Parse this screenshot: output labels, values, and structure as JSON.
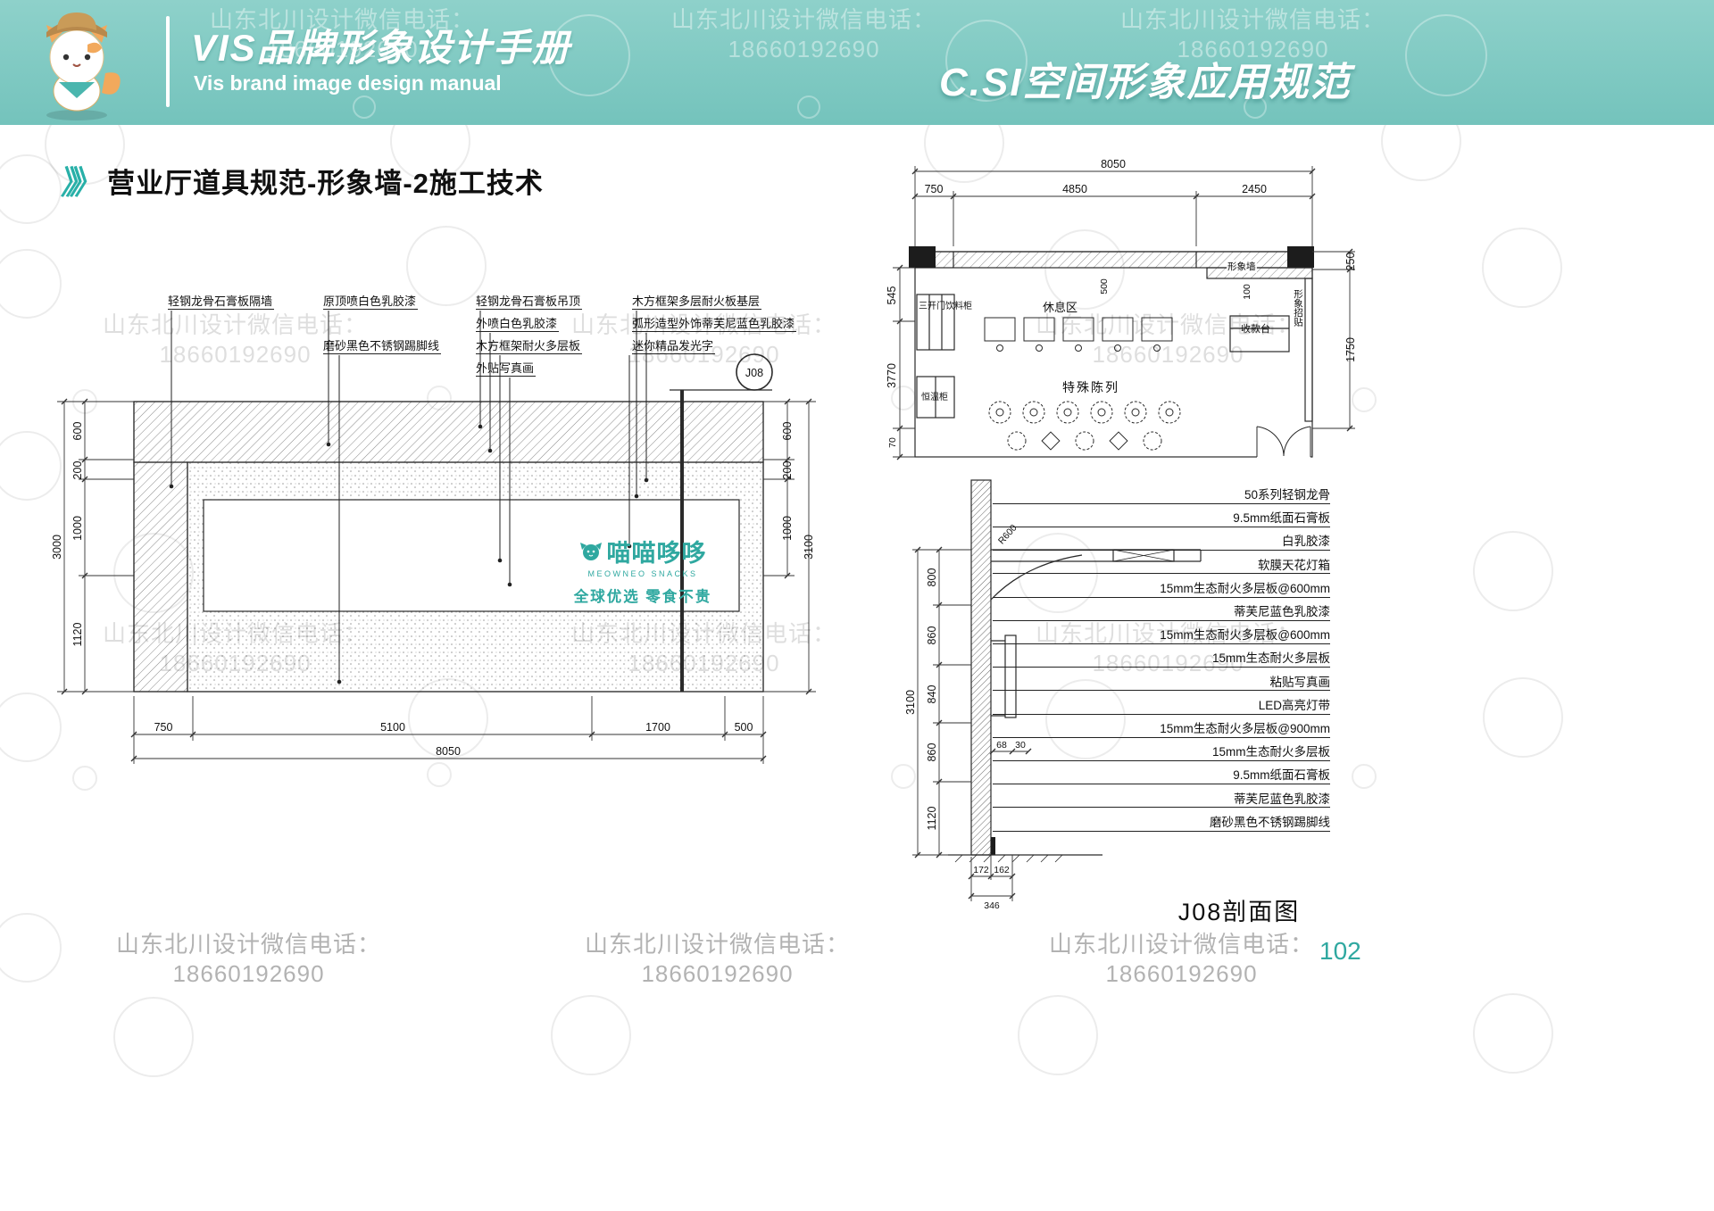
{
  "header": {
    "title_cn": "VIS品牌形象设计手册",
    "title_en": "Vis brand image design manual",
    "section_code": "C.SI空间形象应用规范"
  },
  "watermark": {
    "line1": "山东北川设计微信电话：",
    "line2": "18660192690"
  },
  "page": {
    "section_marker": "》》",
    "section_title": "营业厅道具规范-形象墙-2施工技术",
    "number": "102"
  },
  "colors": {
    "accent_teal": "#2fa8a0",
    "header_teal": "#7cc7c0"
  },
  "logo": {
    "brand_cn": "喵喵哆哆",
    "brand_en": "MEOWNEO SNACKS",
    "slogan": "全球优选 零食不贵"
  },
  "elevation": {
    "callouts_g1": [
      "轻钢龙骨石膏板隔墙"
    ],
    "callouts_g2": [
      "原顶喷白色乳胶漆",
      "磨砂黑色不锈钢踢脚线"
    ],
    "callouts_g3": [
      "轻钢龙骨石膏板吊顶",
      "外喷白色乳胶漆",
      "木方框架耐火多层板",
      "外贴写真画"
    ],
    "callouts_g4": [
      "木方框架多层耐火板基层",
      "弧形造型外饰蒂芙尼蓝色乳胶漆",
      "迷你精品发光字"
    ],
    "marker": "J08",
    "dims_bottom": [
      "750",
      "5100",
      "1700",
      "500"
    ],
    "dim_total_bottom": "8050",
    "dims_left": [
      "600",
      "200",
      "1000",
      "1120"
    ],
    "dim_total_left": "3000",
    "dims_right": [
      "600",
      "200",
      "1000"
    ],
    "dim_total_right": "3100"
  },
  "floor_plan": {
    "dim_total_top": "8050",
    "dims_top": [
      "750",
      "4850",
      "2450"
    ],
    "dims_left": [
      "545",
      "3770",
      "70"
    ],
    "dims_right": [
      "250",
      "1750"
    ],
    "dims_inner": [
      "500",
      "100"
    ],
    "labels": {
      "rest_area": "休息区",
      "image_wall": "形象墙",
      "image_poster": "形象招贴",
      "cashier": "收款台",
      "drink_cooler": "三开门饮料柜",
      "warmer": "恒温柜",
      "special_display": "特殊陈列"
    }
  },
  "section_detail": {
    "title": "J08剖面图",
    "radius_label": "R600",
    "callouts": [
      "50系列轻钢龙骨",
      "9.5mm纸面石膏板",
      "白乳胶漆",
      "软膜天花灯箱",
      "15mm生态耐火多层板@600mm",
      "蒂芙尼蓝色乳胶漆",
      "15mm生态耐火多层板@600mm",
      "15mm生态耐火多层板",
      "粘贴写真画",
      "LED高亮灯带",
      "15mm生态耐火多层板@900mm",
      "15mm生态耐火多层板",
      "9.5mm纸面石膏板",
      "蒂芙尼蓝色乳胶漆",
      "磨砂黑色不锈钢踢脚线"
    ],
    "dims_left": [
      "800",
      "860",
      "840",
      "860",
      "1120"
    ],
    "dim_total_left": "3100",
    "dims_bottom": [
      "172",
      "162"
    ],
    "dim_bottom_total": "346",
    "dims_inline": [
      "68",
      "30"
    ]
  }
}
